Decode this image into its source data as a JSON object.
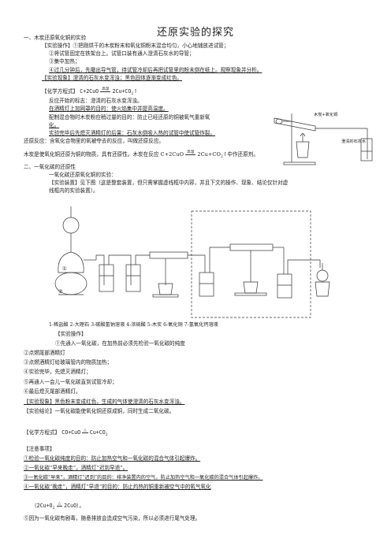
{
  "title": "还原实验的探究",
  "s1": {
    "heading": "一、木炭还原氧化铜的实验",
    "op": "【实验操作】①把刚烘干的木炭粉末和氧化铜粉末混合均匀，小心地铺放进试管；",
    "op2": "②将试管固定在铁架台上。试管口装有通入澄清石灰水的导管；",
    "op3": "③集中加热；",
    "op4": "④过几分钟后，先撤出导气管，待试管冷却后再把试管里的粉末倒在纸上。观察现象并分析。",
    "phen": "【实验现象】澄清的石灰水变浑浊；黑色固体逐渐变成红色。",
    "eq_label": "【化学方程式】",
    "eq_l": "C+2CuO",
    "eq_cond": "高温",
    "eq_r": "2Cu+CO",
    "eq_sub": "2",
    "eq_up": "↑",
    "n1": "反应开始的标志：澄清的石灰水变浑浊。",
    "n2": "在酒精灯上加网罩的目的：使火焰集中并提高温度。",
    "n3": "配制混合物时木炭粉应稍过量的目的：防止已经还原的铜被氧气重新氧",
    "n3b": "化。",
    "n4": "实验完毕后先熄灭酒精灯的后果：石灰水倒吸入热的试管中使试管炸裂。",
    "n5": "还原反应：含氧化合物里的氧被夺去的反应，叫做还原反应。",
    "n6a": "木炭是使氧化铜还原为铜的物质，具有还原性。木炭在反应 C+2CuO",
    "n6cond": "高温",
    "n6b": "2Cu+CO",
    "n6sub": "2",
    "n6c": "↑中作还原剂。",
    "fig_label_a": "木炭+氧化铜",
    "fig_label_b": "澄清的石灰水"
  },
  "s2": {
    "heading": "二、一氧化碳的还原性",
    "sub": "一氧化碳还原氧化铜的实验：",
    "dev": "【实验装置】见下图（这是整套装置，但只需掌握虚线框中内容，并且下文的操作、现象、结论仅针对虚",
    "dev2": "线框内的实验装置）。",
    "marker1": "①",
    "marker2": "②",
    "legend": "1-稀盐酸 2-大理石 3-碳酸氢钠溶液 4-浓硫酸 5-木炭 6-氧化铜 7-氢氧化钙溶液",
    "op_h": "【实验操作】",
    "o1": "①先通入一氧化碳，在加热前必须先检验一氧化碳的纯度",
    "o2": "②点燃尾部酒精灯",
    "o3": "③点燃酒精灯给玻璃管内的物质加热；",
    "o4": "④实验完毕，先熄灭酒精灯；",
    "o5": "⑤再通入一会儿一氧化碳直到试管冷却；",
    "o6": "⑥最后熄灭尾部酒精灯。",
    "ph": "【实验现象】黑色粉末变成红色，生成的气体使澄清的石灰水变浑浊。",
    "cn": "【实验结论】一氧化碳能使氧化铜还原成铜，同时生成二氧化碳。",
    "eq_label": "【化学方程式】",
    "eq_l": "CO+CuO",
    "eq_cond": "△",
    "eq_r": "Cu+CO",
    "eq_sub": "2",
    "att": "【注意事项】",
    "a1": "①检验一氧化碳纯度的目的：防止加热空气和一氧化碳的混合气体引起爆炸。",
    "a2": "②一氧化碳“早来晚走”，酒精灯“迟到早退”。",
    "a3": "③一氧化碳“早来”，酒精灯“迟到”的目的：排净装置内的空气，防止加热空气和一氧化碳的混合气体引起爆炸。",
    "a4": "④一氧化碳“晚走”，酒精灯“早退”的目的：防止灼热的铜重新被空气中的氧气氧化",
    "a5l": "（2Cu+O",
    "a5sub": "2",
    "a5cond": "△",
    "a5r": "2CuO",
    "a5end": "）。",
    "a6": "⑤因为一氧化碳有剧毒，随意排放会造成空气污染，所以必须进行尾气处理。"
  }
}
